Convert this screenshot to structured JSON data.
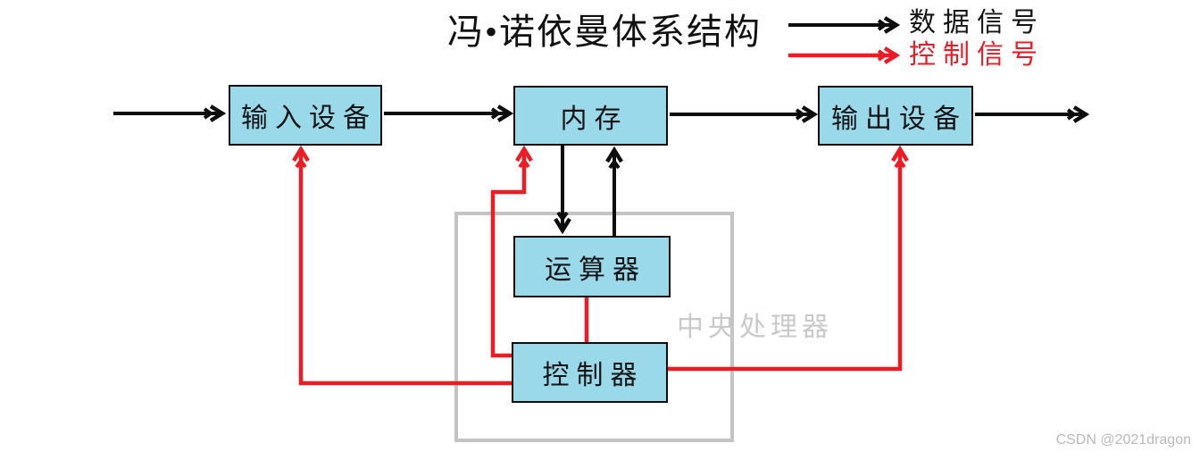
{
  "title": "冯•诺依曼体系结构",
  "legend": {
    "items": [
      {
        "id": "data-signal",
        "label": "数据信号",
        "color": "#000000"
      },
      {
        "id": "control-signal",
        "label": "控制信号",
        "color": "#ed1c24"
      }
    ]
  },
  "nodes": {
    "input": {
      "label": "输入设备"
    },
    "memory": {
      "label": "内存"
    },
    "output": {
      "label": "输出设备"
    },
    "alu": {
      "label": "运算器"
    },
    "cu": {
      "label": "控制器"
    },
    "cpu_group": {
      "label": "中央处理器"
    }
  },
  "edges": [
    {
      "from": "external",
      "to": "input",
      "signal": "data"
    },
    {
      "from": "input",
      "to": "memory",
      "signal": "data"
    },
    {
      "from": "memory",
      "to": "output",
      "signal": "data"
    },
    {
      "from": "output",
      "to": "external",
      "signal": "data"
    },
    {
      "from": "memory",
      "to": "alu",
      "signal": "data"
    },
    {
      "from": "alu",
      "to": "memory",
      "signal": "data"
    },
    {
      "from": "cu",
      "to": "input",
      "signal": "control"
    },
    {
      "from": "cu",
      "to": "memory",
      "signal": "control"
    },
    {
      "from": "cu",
      "to": "output",
      "signal": "control"
    },
    {
      "from": "alu",
      "to": "cu",
      "signal": "control-link"
    }
  ],
  "colors": {
    "node_fill": "#99d9ea",
    "node_border": "#0d0d0d",
    "data_signal": "#0d0d0d",
    "control_signal": "#ed1c24",
    "cpu_frame": "#c3c3c3"
  },
  "watermark": "CSDN @2021dragon"
}
